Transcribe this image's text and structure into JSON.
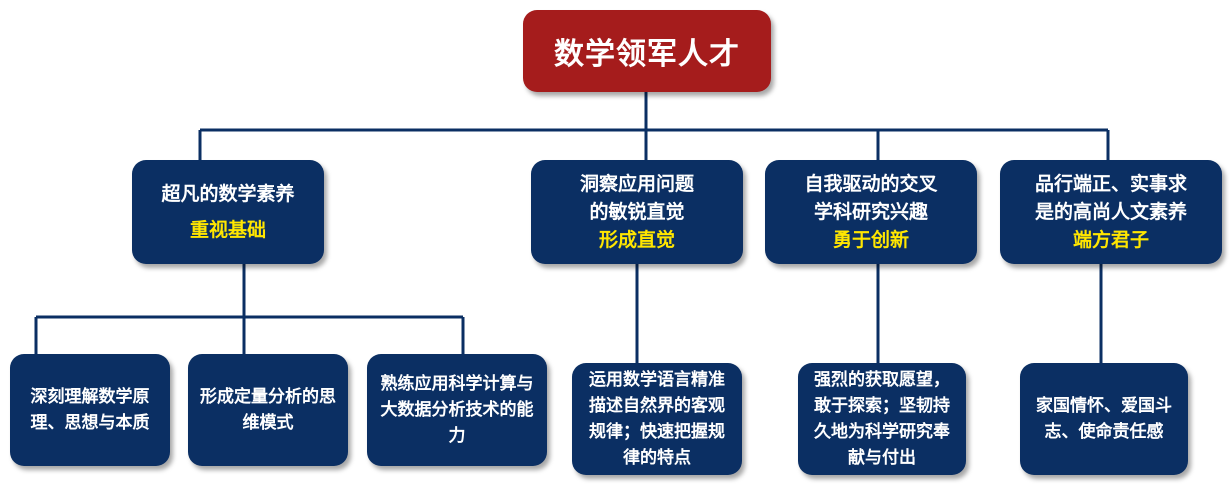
{
  "root": {
    "label": "数学领军人才"
  },
  "branches": [
    {
      "line1": "超凡的数学素养",
      "line2": "",
      "highlight": "重视基础"
    },
    {
      "line1": "洞察应用问题",
      "line2": "的敏锐直觉",
      "highlight": "形成直觉"
    },
    {
      "line1": "自我驱动的交叉",
      "line2": "学科研究兴趣",
      "highlight": "勇于创新"
    },
    {
      "line1": "品行端正、实事求",
      "line2": "是的高尚人文素养",
      "highlight": "端方君子"
    }
  ],
  "leaves": [
    {
      "text": "深刻理解数学原理、思想与本质"
    },
    {
      "text": "形成定量分析的思维模式"
    },
    {
      "text": "熟练应用科学计算与大数据分析技术的能力"
    },
    {
      "text": "运用数学语言精准描述自然界的客观规律；快速把握规律的特点"
    },
    {
      "text": "强烈的获取愿望，敢于探索；坚韧持久地为科学研究奉献与付出"
    },
    {
      "text": "家国情怀、爱国斗志、使命责任感"
    }
  ],
  "colors": {
    "root_fill": "#a51c1c",
    "box_fill": "#0b2f63",
    "highlight_text": "#ffe600",
    "connector": "#0b2f63"
  }
}
